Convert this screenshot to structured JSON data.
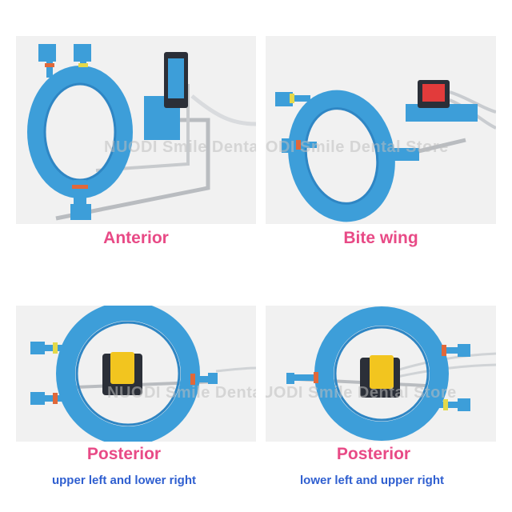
{
  "watermark": "NUODI Smile Dental Store",
  "panels": [
    {
      "caption": "Anterior"
    },
    {
      "caption": "Bite wing"
    },
    {
      "caption": "Posterior",
      "subcaption": "upper left and lower right"
    },
    {
      "caption": "Posterior",
      "subcaption": "lower left and upper right"
    }
  ],
  "colors": {
    "ring": "#3d9ed9",
    "ring_dark": "#2f86c4",
    "rod": "#b9bcc0",
    "sensor_dark": "#2b2f38",
    "sensor_yellow": "#f2c51f",
    "sensor_red": "#e23b3b",
    "accent_band": "#e0683a",
    "caption": "#e84a86",
    "subcaption": "#2f5fd0"
  }
}
